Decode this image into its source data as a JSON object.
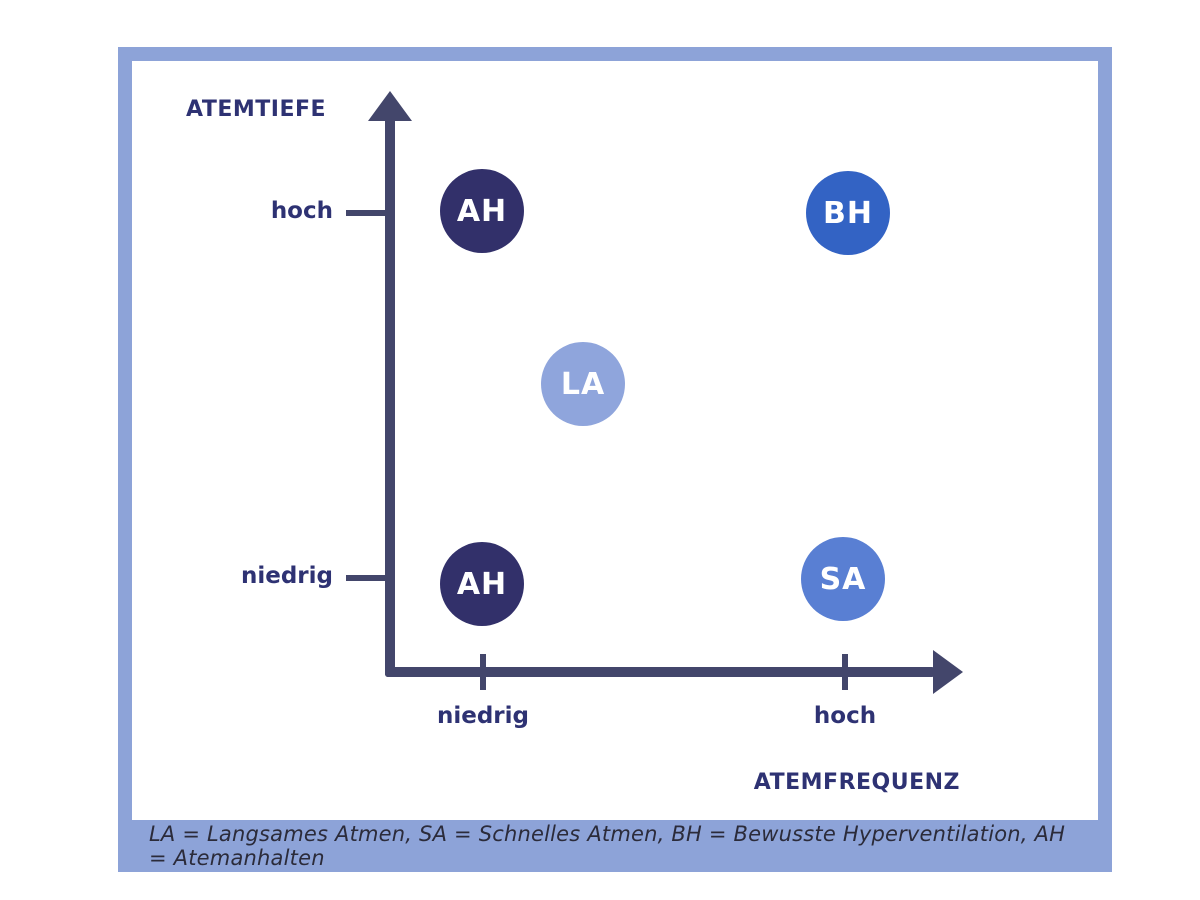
{
  "frame": {
    "border_color": "#8DA3D8"
  },
  "colors": {
    "axis": "#43466B",
    "axis_label_text": "#2E3273",
    "bubble_text": "#FFFFFF",
    "legend_text": "#2B2B3A"
  },
  "chart_data": {
    "type": "scatter",
    "title": "",
    "x_axis": {
      "label": "ATEMFREQUENZ",
      "ticks": [
        "niedrig",
        "hoch"
      ]
    },
    "y_axis": {
      "label": "ATEMTIEFE",
      "ticks": [
        "niedrig",
        "hoch"
      ]
    },
    "points": [
      {
        "label": "AH",
        "x": "niedrig",
        "y": "hoch",
        "color": "#32306A"
      },
      {
        "label": "BH",
        "x": "hoch",
        "y": "hoch",
        "color": "#3363C4"
      },
      {
        "label": "LA",
        "x": "mittel",
        "y": "mittel",
        "color": "#8FA5DC"
      },
      {
        "label": "AH",
        "x": "niedrig",
        "y": "niedrig",
        "color": "#32306A"
      },
      {
        "label": "SA",
        "x": "hoch",
        "y": "niedrig",
        "color": "#597FD3"
      }
    ],
    "legend_position": "bottom",
    "footnote": "LA = Langsames Atmen, SA = Schnelles Atmen, BH = Bewusste Hyperventilation, AH = Atemanhalten"
  }
}
